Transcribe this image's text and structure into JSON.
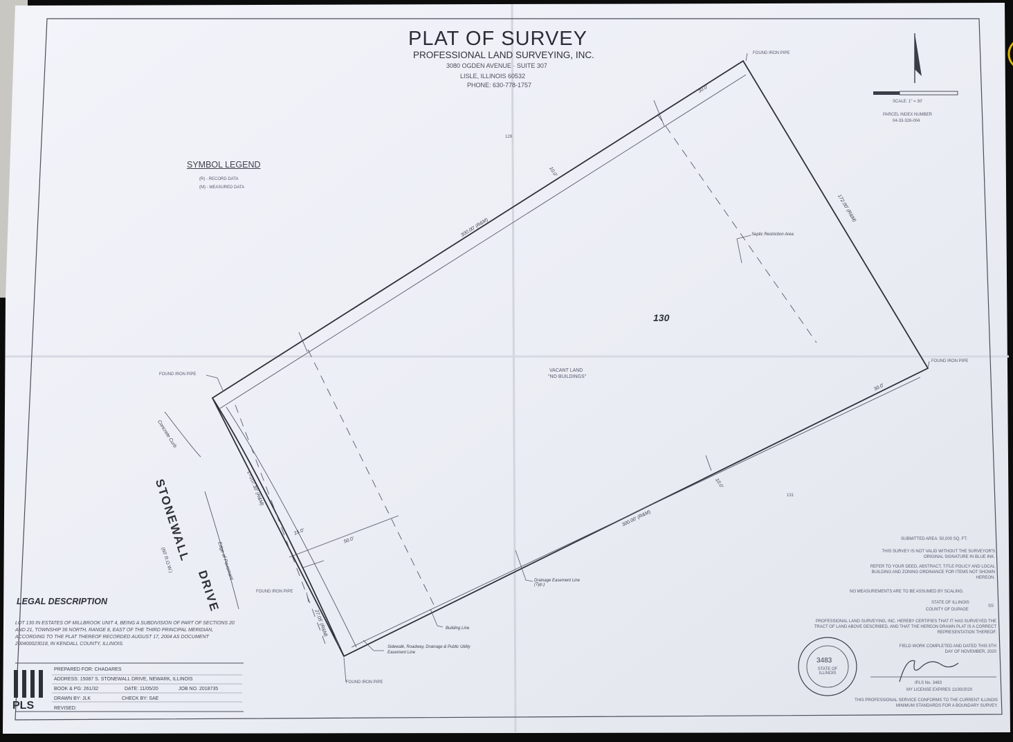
{
  "header": {
    "title": "PLAT OF SURVEY",
    "company": "PROFESSIONAL LAND SURVEYING, INC.",
    "address_line1": "3080 OGDEN AVENUE · SUITE 307",
    "address_line2": "LISLE, ILLINOIS 60532",
    "phone": "PHONE: 630-778-1757"
  },
  "north_arrow": {
    "scale_label": "SCALE: 1\" = 30'",
    "pin_label": "PARCEL INDEX NUMBER",
    "pin_value": "04-33-326-004"
  },
  "legend": {
    "title": "SYMBOL LEGEND",
    "items": [
      "(R) - RECORD DATA",
      "(M) - MEASURED DATA"
    ]
  },
  "plat": {
    "lot_number": "130",
    "vacant_land": "VACANT LAND",
    "no_buildings": "\"NO BUILDINGS\"",
    "lot_129": "129",
    "lot_131": "131",
    "road_name": "STONEWALL",
    "road_type": "DRIVE",
    "row_width": "(60' R.O.W.)",
    "curb_label": "Concrete Curb",
    "pavement_label": "Edge of Pavement",
    "dim_north": "300.00' (R&M)",
    "dim_south": "300.00' (R&M)",
    "dim_east": "172.00' (R&M)",
    "dim_arc": "L=107.30' (R&M)",
    "dim_chord": "27.05' (R&M)",
    "dim_30": "30.0'",
    "dim_15": "15.0'",
    "dim_50": "50.0'",
    "dim_10": "10.0'",
    "iron_pipe": "FOUND IRON PIPE",
    "septic": "Septic Restriction Area",
    "drainage": "Drainage Easement Line (Typ.)",
    "building_line": "Building Line",
    "sidewalk": "Sidewalk, Roadway, Drainage & Public Utility Easement Line"
  },
  "legal": {
    "heading": "LEGAL DESCRIPTION",
    "body": "LOT 130 IN ESTATES OF MILLBROOK UNIT 4, BEING A SUBDIVISION OF PART OF SECTIONS 20 AND 21, TOWNSHIP 36 NORTH, RANGE 8, EAST OF THE THIRD PRINCIPAL MERIDIAN, ACCORDING TO THE PLAT THEREOF RECORDED AUGUST 17, 2004 AS DOCUMENT 200400023018, IN KENDALL COUNTY, ILLINOIS."
  },
  "title_block": {
    "logo": "PLS",
    "prepared_for": "PREPARED FOR: CHADARES",
    "address": "ADDRESS: 15087 S. STONEWALL DRIVE, NEWARK, ILLINOIS",
    "book": "BOOK & PG: 261/32",
    "date": "DATE: 11/05/20",
    "job": "JOB NO. 2018735",
    "drawn": "DRAWN BY: JLK",
    "checked": "CHECK BY: SAE",
    "revised": "REVISED:"
  },
  "certification": {
    "area": "SUBMITTED AREA: 50,000 SQ. FT.",
    "note1": "THIS SURVEY IS NOT VALID WITHOUT THE SURVEYOR'S ORIGINAL SIGNATURE IN BLUE INK.",
    "note2": "REFER TO YOUR DEED, ABSTRACT, TITLE POLICY AND LOCAL BUILDING AND ZONING ORDINANCE FOR ITEMS NOT SHOWN HEREON.",
    "note3": "NO MEASUREMENTS ARE TO BE ASSUMED BY SCALING.",
    "state": "STATE OF ILLINOIS",
    "county": "COUNTY OF DUPAGE",
    "ss": "SS",
    "cert1": "PROFESSIONAL LAND SURVEYING, INC. HEREBY CERTIFIES THAT IT HAS SURVEYED THE TRACT OF LAND ABOVE DESCRIBED, AND THAT THE HEREON DRAWN PLAT IS A CORRECT REPRESENTATION THEREOF.",
    "field": "FIELD WORK COMPLETED AND DATED THIS 5TH DAY OF NOVEMBER, 2020",
    "seal_number": "3483",
    "seal_state": "STATE OF ILLINOIS",
    "license": "IPLS No. 3483",
    "expires": "MY LICENSE EXPIRES 11/30/2020",
    "conform": "THIS PROFESSIONAL SERVICE CONFORMS TO THE CURRENT ILLINOIS MINIMUM STANDARDS FOR A BOUNDARY SURVEY."
  },
  "colors": {
    "paper": "#eeeff6",
    "ink": "#3a3c48",
    "background": "#0c0c0c"
  }
}
